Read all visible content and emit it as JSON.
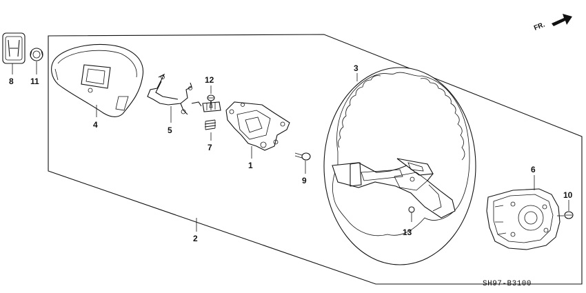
{
  "diagram": {
    "code": "SH97-B3100",
    "direction_label": "FR.",
    "callouts": {
      "p1": "1",
      "p2": "2",
      "p3": "3",
      "p4": "4",
      "p5": "5",
      "p6": "6",
      "p7": "7",
      "p8": "8",
      "p9": "9",
      "p10": "10",
      "p11": "11",
      "p12": "12",
      "p13": "13"
    },
    "icons": {
      "emblem": "honda-emblem-icon",
      "direction": "front-arrow-icon"
    }
  }
}
